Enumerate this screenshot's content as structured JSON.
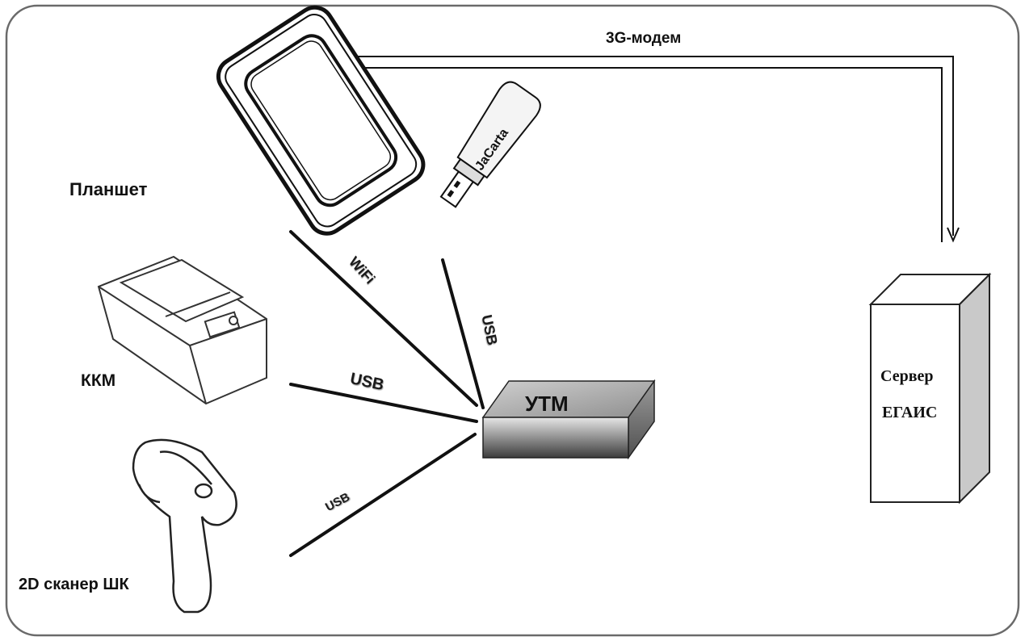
{
  "diagram": {
    "devices": {
      "tablet": "Планшет",
      "kkm": "ККМ",
      "scanner": "2D сканер ШК",
      "token_text": "JaCarta"
    },
    "hub": "УТМ",
    "server": {
      "line1": "Сервер",
      "line2": "ЕГАИС"
    },
    "links": {
      "modem": "3G-модем",
      "wifi": "WiFi",
      "usb_token": "USB",
      "usb_kkm": "USB",
      "usb_scanner": "USB"
    },
    "colors": {
      "line": "#111111",
      "frame": "#666666",
      "hub_top": "#b0b0b0",
      "server_side": "#c8c8c8"
    }
  }
}
